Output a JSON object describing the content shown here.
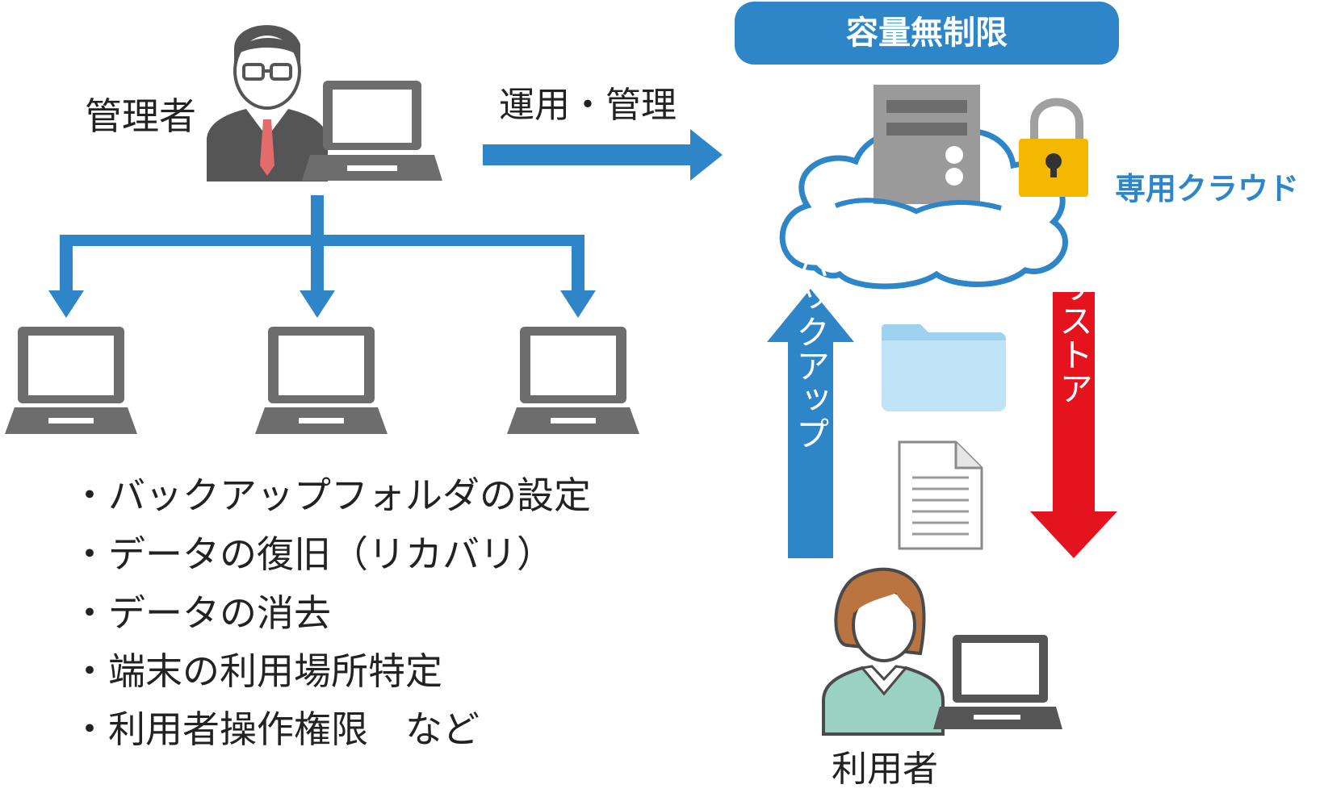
{
  "admin_label": "管理者",
  "ops_label": "運用・管理",
  "banner_label": "容量無制限",
  "cloud_label": "専用クラウド",
  "backup_label": "バックアップ",
  "restore_label": "リストア",
  "user_label": "利用者",
  "tasks": [
    "・バックアップフォルダの設定",
    "・データの復旧（リカバリ）",
    "・データの消去",
    "・端末の利用場所特定",
    "・利用者操作権限　など"
  ],
  "colors": {
    "blue": "#2e86c8",
    "red": "#e5131e",
    "gray": "#6d6d6d",
    "lock": "#f5b800",
    "user_shirt": "#9bd1c0",
    "user_hair": "#b9743f",
    "folder": "#bfe3f7"
  },
  "icons": [
    "admin-person-icon",
    "laptop-icon",
    "cloud-icon",
    "server-icon",
    "lock-icon",
    "folder-icon",
    "document-icon",
    "user-person-icon"
  ]
}
